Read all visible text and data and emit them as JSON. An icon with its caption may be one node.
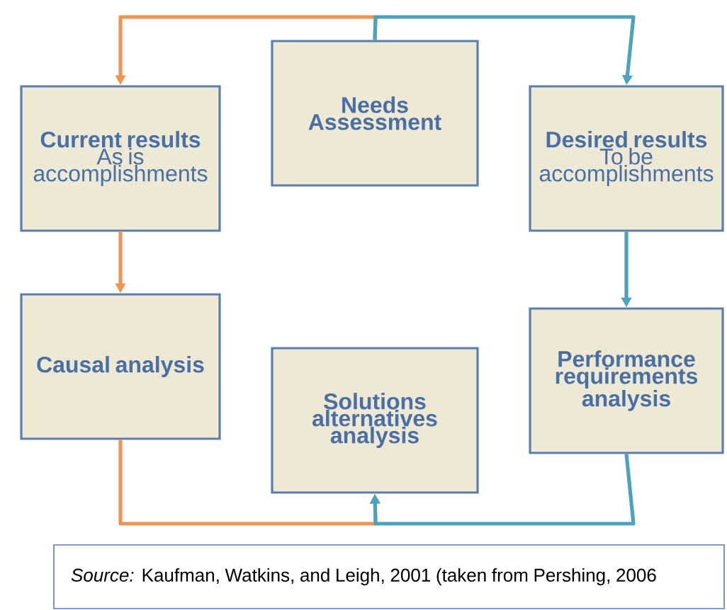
{
  "diagram": {
    "nodes": [
      {
        "text": [
          "Current results",
          "As is accomplishments"
        ]
      },
      {
        "text": [
          "Needs Assessment"
        ]
      },
      {
        "text": [
          "Desired results",
          "To be accomplishments"
        ]
      },
      {
        "text": [
          "Causal analysis"
        ]
      },
      {
        "text": [
          "Solutions alternatives analysis"
        ]
      },
      {
        "text": [
          "Performance requirements analysis"
        ]
      },
      {
        "text": [
          "*Source:* Kaufman, Watkins, and Leigh, 2001 (taken from Pershing, 2006"
        ]
      }
    ],
    "edges": [
      {
        "from": 1,
        "to": 0,
        "arrow": "to",
        "color": "#ef9550"
      },
      {
        "from": 1,
        "to": 2,
        "arrow": "to",
        "color": "#4ba3bf"
      },
      {
        "from": 0,
        "to": 3,
        "arrow": "to",
        "color": "#ef9550"
      },
      {
        "from": 2,
        "to": 5,
        "arrow": "to",
        "color": "#4ba3bf"
      },
      {
        "from": 3,
        "to": 4,
        "arrow": "to",
        "color": "#ef9550"
      },
      {
        "from": 5,
        "to": 4,
        "arrow": "to",
        "color": "#4ba3bf"
      }
    ]
  }
}
